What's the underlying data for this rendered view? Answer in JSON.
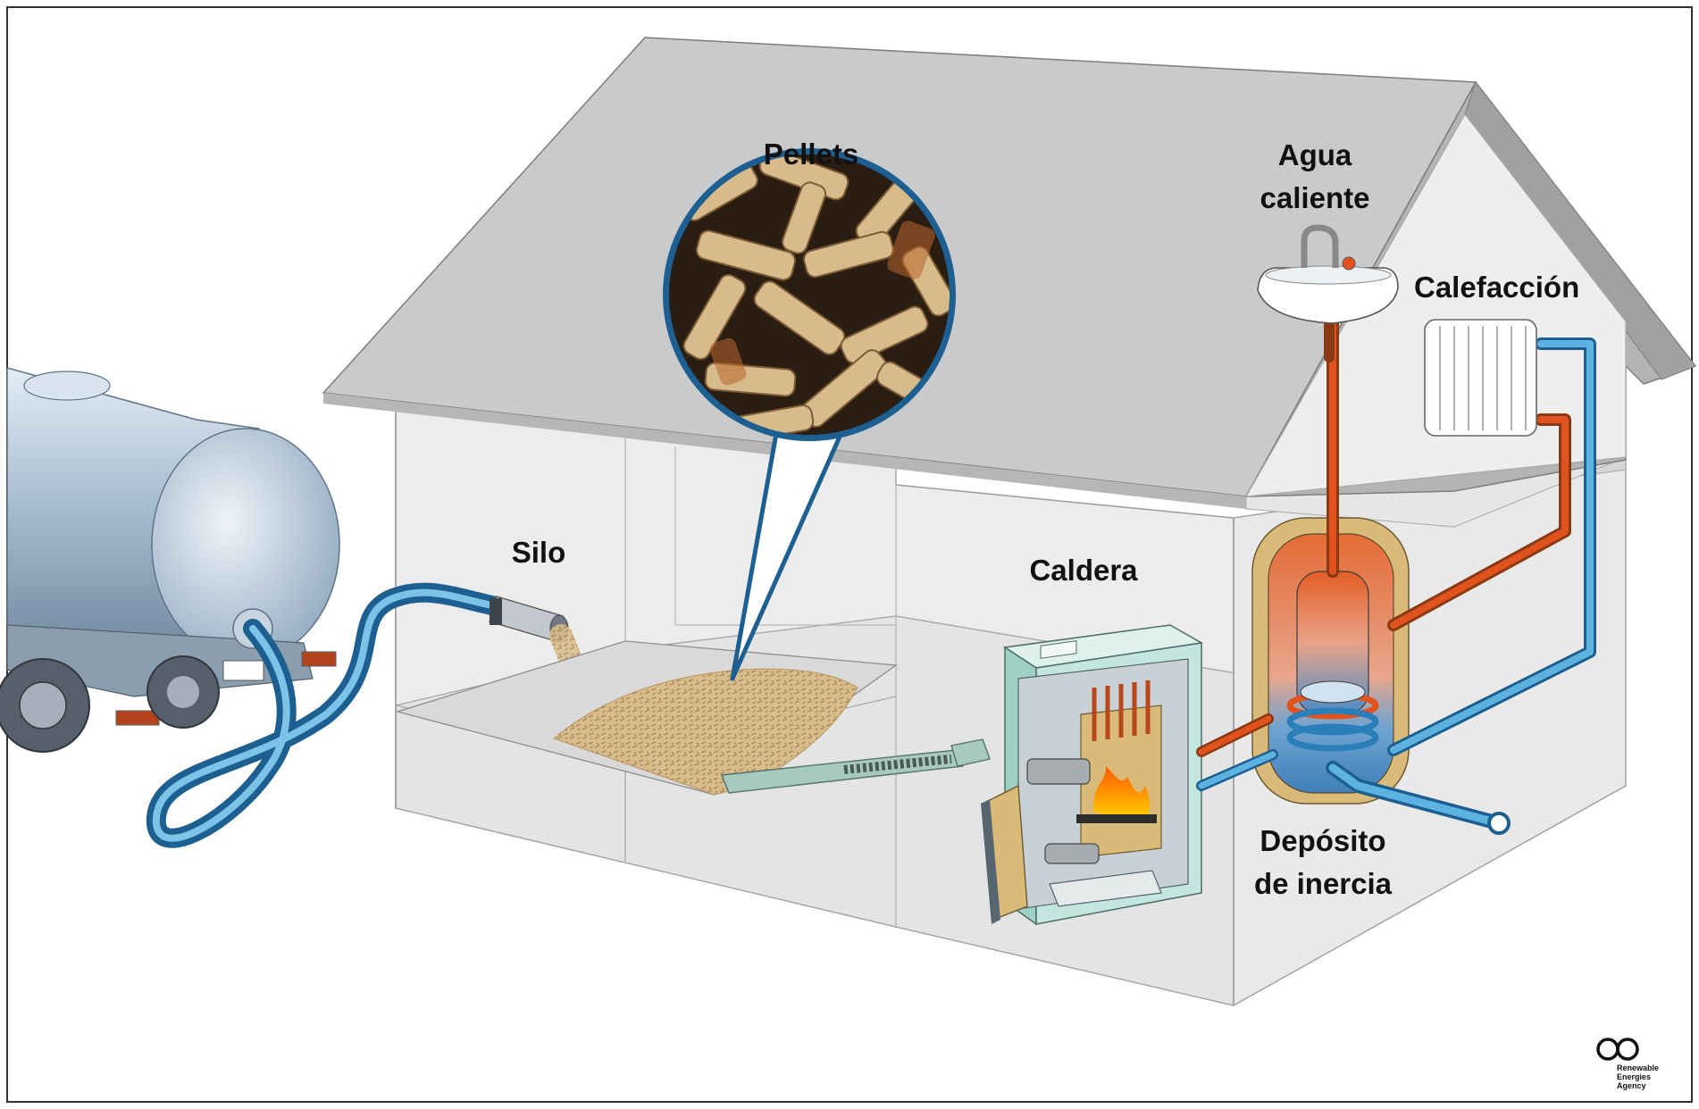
{
  "labels": {
    "pellets": "Pellets",
    "agua_line1": "Agua",
    "agua_line2": "caliente",
    "calefaccion": "Calefacción",
    "silo": "Silo",
    "caldera": "Caldera",
    "deposito_line1": "Depósito",
    "deposito_line2": "de inercia"
  },
  "logo": {
    "line1": "Renewable",
    "line2": "Energies",
    "line3": "Agency"
  },
  "colors": {
    "pipe_blue": "#2a7fb8",
    "pipe_hot": "#e0521e",
    "pellet": "#c9a870",
    "boiler": "#bfe3dc",
    "roof": "#c4c5c6",
    "tank": "#9cb3c9"
  }
}
